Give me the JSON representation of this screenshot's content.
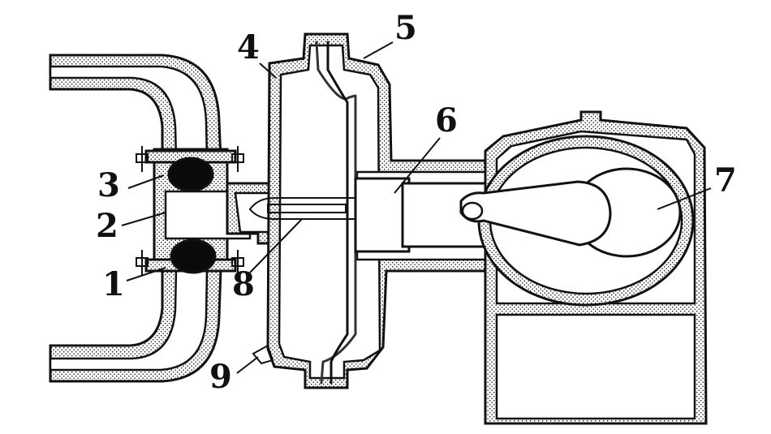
{
  "labels": {
    "l1": "1",
    "l2": "2",
    "l3": "3",
    "l4": "4",
    "l5": "5",
    "l6": "6",
    "l7": "7",
    "l8": "8",
    "l9": "9"
  },
  "colors": {
    "ink": "#111111",
    "paper": "#ffffff"
  }
}
